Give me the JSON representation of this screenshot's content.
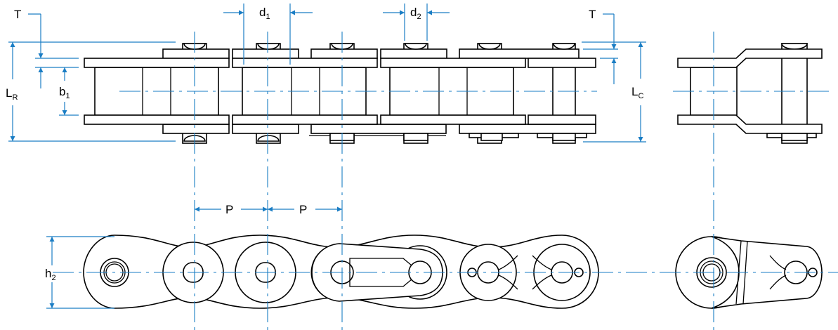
{
  "labels": {
    "t_left": "T",
    "t_right": "T",
    "d1": "d",
    "d1_sub": "1",
    "d2": "d",
    "d2_sub": "2",
    "lr": "L",
    "lr_sub": "R",
    "lc": "L",
    "lc_sub": "C",
    "b1": "b",
    "b1_sub": "1",
    "p1": "P",
    "p2": "P",
    "h2": "h",
    "h2_sub": "2"
  },
  "colors": {
    "dimension": "#1a7dc4",
    "outline": "#000000",
    "background": "#ffffff"
  }
}
